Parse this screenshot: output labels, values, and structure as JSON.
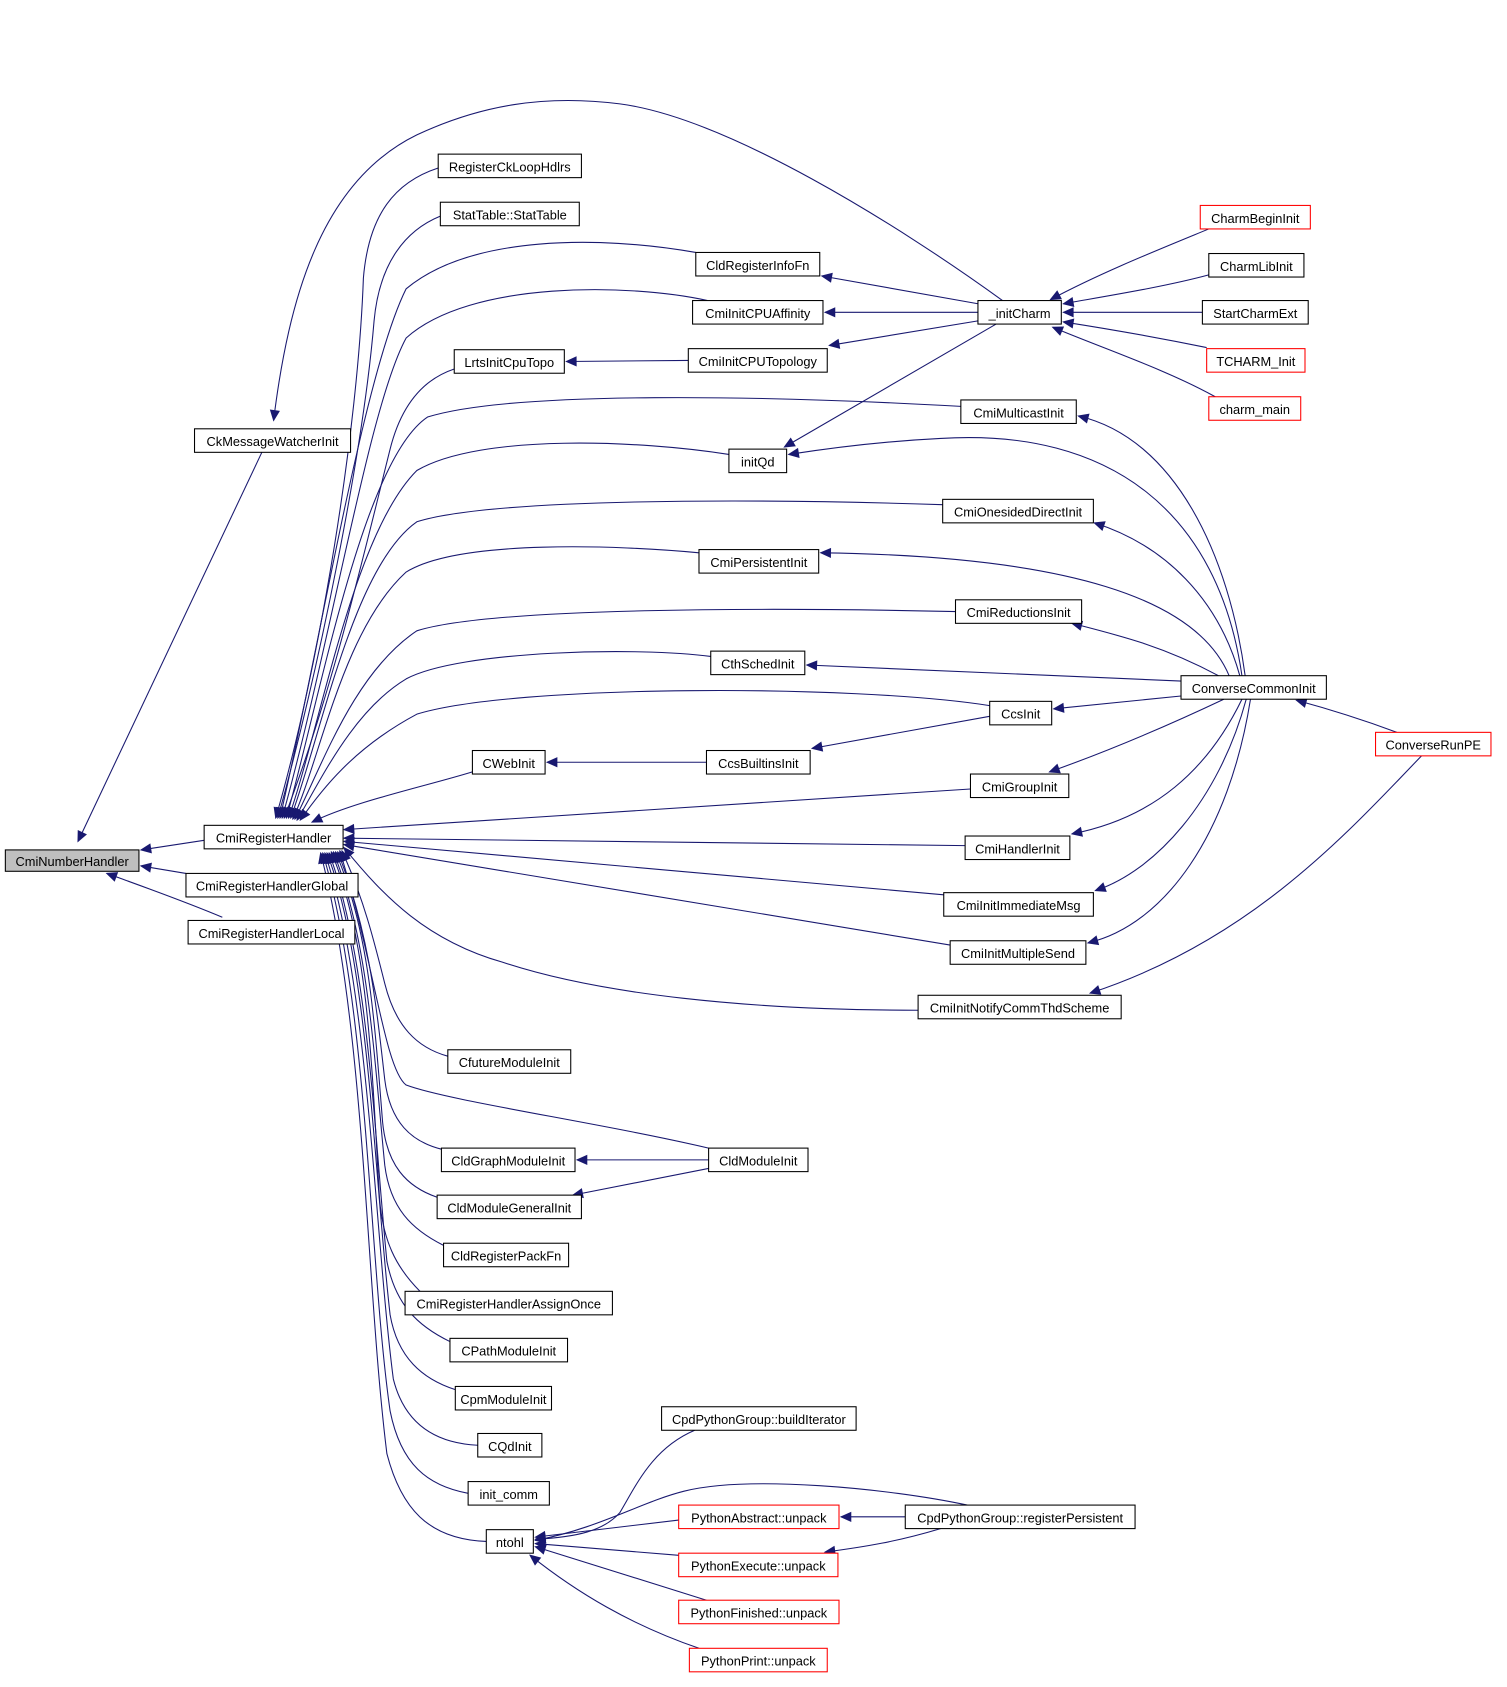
{
  "diagram": {
    "type": "call-graph",
    "direction": "right-to-left (callers point to callees)",
    "colors": {
      "edge": "#191970",
      "node_border": "#000000",
      "truncated_node_border": "#ff0000",
      "focus_fill": "#bfbfbf",
      "background": "#ffffff"
    },
    "focus_node": "CmiNumberHandler",
    "nodes": [
      {
        "id": "CmiNumberHandler",
        "label": "CmiNumberHandler",
        "style": "focus"
      },
      {
        "id": "CkMessageWatcherInit",
        "label": "CkMessageWatcherInit",
        "style": "normal"
      },
      {
        "id": "CmiRegisterHandler",
        "label": "CmiRegisterHandler",
        "style": "normal"
      },
      {
        "id": "CmiRegisterHandlerGlobal",
        "label": "CmiRegisterHandlerGlobal",
        "style": "normal"
      },
      {
        "id": "CmiRegisterHandlerLocal",
        "label": "CmiRegisterHandlerLocal",
        "style": "normal"
      },
      {
        "id": "RegisterCkLoopHdlrs",
        "label": "RegisterCkLoopHdlrs",
        "style": "normal"
      },
      {
        "id": "StatTable",
        "label": "StatTable::StatTable",
        "style": "normal"
      },
      {
        "id": "CldRegisterInfoFn",
        "label": "CldRegisterInfoFn",
        "style": "normal"
      },
      {
        "id": "CmiInitCPUAffinity",
        "label": "CmiInitCPUAffinity",
        "style": "normal"
      },
      {
        "id": "LrtsInitCpuTopo",
        "label": "LrtsInitCpuTopo",
        "style": "normal"
      },
      {
        "id": "CmiInitCPUTopology",
        "label": "CmiInitCPUTopology",
        "style": "normal"
      },
      {
        "id": "initCharm",
        "label": "_initCharm",
        "style": "normal"
      },
      {
        "id": "CharmBeginInit",
        "label": "CharmBeginInit",
        "style": "truncated"
      },
      {
        "id": "CharmLibInit",
        "label": "CharmLibInit",
        "style": "normal"
      },
      {
        "id": "StartCharmExt",
        "label": "StartCharmExt",
        "style": "normal"
      },
      {
        "id": "TCHARM_Init",
        "label": "TCHARM_Init",
        "style": "truncated"
      },
      {
        "id": "charm_main",
        "label": "charm_main",
        "style": "truncated"
      },
      {
        "id": "CmiMulticastInit",
        "label": "CmiMulticastInit",
        "style": "normal"
      },
      {
        "id": "initQd",
        "label": "initQd",
        "style": "normal"
      },
      {
        "id": "CmiOnesidedDirectInit",
        "label": "CmiOnesidedDirectInit",
        "style": "normal"
      },
      {
        "id": "CmiPersistentInit",
        "label": "CmiPersistentInit",
        "style": "normal"
      },
      {
        "id": "CmiReductionsInit",
        "label": "CmiReductionsInit",
        "style": "normal"
      },
      {
        "id": "CthSchedInit",
        "label": "CthSchedInit",
        "style": "normal"
      },
      {
        "id": "ConverseCommonInit",
        "label": "ConverseCommonInit",
        "style": "normal"
      },
      {
        "id": "CcsInit",
        "label": "CcsInit",
        "style": "normal"
      },
      {
        "id": "ConverseRunPE",
        "label": "ConverseRunPE",
        "style": "truncated"
      },
      {
        "id": "CWebInit",
        "label": "CWebInit",
        "style": "normal"
      },
      {
        "id": "CcsBuiltinsInit",
        "label": "CcsBuiltinsInit",
        "style": "normal"
      },
      {
        "id": "CmiGroupInit",
        "label": "CmiGroupInit",
        "style": "normal"
      },
      {
        "id": "CmiHandlerInit",
        "label": "CmiHandlerInit",
        "style": "normal"
      },
      {
        "id": "CmiInitImmediateMsg",
        "label": "CmiInitImmediateMsg",
        "style": "normal"
      },
      {
        "id": "CmiInitMultipleSend",
        "label": "CmiInitMultipleSend",
        "style": "normal"
      },
      {
        "id": "CmiInitNotifyCommThdScheme",
        "label": "CmiInitNotifyCommThdScheme",
        "style": "normal"
      },
      {
        "id": "CfutureModuleInit",
        "label": "CfutureModuleInit",
        "style": "normal"
      },
      {
        "id": "CldGraphModuleInit",
        "label": "CldGraphModuleInit",
        "style": "normal"
      },
      {
        "id": "CldModuleInit",
        "label": "CldModuleInit",
        "style": "normal"
      },
      {
        "id": "CldModuleGeneralInit",
        "label": "CldModuleGeneralInit",
        "style": "normal"
      },
      {
        "id": "CldRegisterPackFn",
        "label": "CldRegisterPackFn",
        "style": "normal"
      },
      {
        "id": "CmiRegisterHandlerAssignOnce",
        "label": "CmiRegisterHandlerAssignOnce",
        "style": "normal"
      },
      {
        "id": "CPathModuleInit",
        "label": "CPathModuleInit",
        "style": "normal"
      },
      {
        "id": "CpmModuleInit",
        "label": "CpmModuleInit",
        "style": "normal"
      },
      {
        "id": "CQdInit",
        "label": "CQdInit",
        "style": "normal"
      },
      {
        "id": "init_comm",
        "label": "init_comm",
        "style": "normal"
      },
      {
        "id": "ntohl",
        "label": "ntohl",
        "style": "normal"
      },
      {
        "id": "CpdPythonGroup_buildIterator",
        "label": "CpdPythonGroup::buildIterator",
        "style": "normal"
      },
      {
        "id": "PythonAbstract_unpack",
        "label": "PythonAbstract::unpack",
        "style": "truncated"
      },
      {
        "id": "CpdPythonGroup_registerPersistent",
        "label": "CpdPythonGroup::registerPersistent",
        "style": "normal"
      },
      {
        "id": "PythonExecute_unpack",
        "label": "PythonExecute::unpack",
        "style": "truncated"
      },
      {
        "id": "PythonFinished_unpack",
        "label": "PythonFinished::unpack",
        "style": "truncated"
      },
      {
        "id": "PythonPrint_unpack",
        "label": "PythonPrint::unpack",
        "style": "truncated"
      }
    ],
    "edges": [
      {
        "from": "CkMessageWatcherInit",
        "to": "CmiNumberHandler"
      },
      {
        "from": "CmiRegisterHandler",
        "to": "CmiNumberHandler"
      },
      {
        "from": "CmiRegisterHandlerGlobal",
        "to": "CmiNumberHandler"
      },
      {
        "from": "CmiRegisterHandlerLocal",
        "to": "CmiNumberHandler"
      },
      {
        "from": "initCharm",
        "to": "CkMessageWatcherInit"
      },
      {
        "from": "RegisterCkLoopHdlrs",
        "to": "CmiRegisterHandler"
      },
      {
        "from": "StatTable",
        "to": "CmiRegisterHandler"
      },
      {
        "from": "CldRegisterInfoFn",
        "to": "CmiRegisterHandler"
      },
      {
        "from": "CmiInitCPUAffinity",
        "to": "CmiRegisterHandler"
      },
      {
        "from": "LrtsInitCpuTopo",
        "to": "CmiRegisterHandler"
      },
      {
        "from": "CmiMulticastInit",
        "to": "CmiRegisterHandler"
      },
      {
        "from": "initQd",
        "to": "CmiRegisterHandler"
      },
      {
        "from": "CmiOnesidedDirectInit",
        "to": "CmiRegisterHandler"
      },
      {
        "from": "CmiPersistentInit",
        "to": "CmiRegisterHandler"
      },
      {
        "from": "CmiReductionsInit",
        "to": "CmiRegisterHandler"
      },
      {
        "from": "CthSchedInit",
        "to": "CmiRegisterHandler"
      },
      {
        "from": "CcsInit",
        "to": "CmiRegisterHandler"
      },
      {
        "from": "CWebInit",
        "to": "CmiRegisterHandler"
      },
      {
        "from": "CmiGroupInit",
        "to": "CmiRegisterHandler"
      },
      {
        "from": "CmiHandlerInit",
        "to": "CmiRegisterHandler"
      },
      {
        "from": "CmiInitImmediateMsg",
        "to": "CmiRegisterHandler"
      },
      {
        "from": "CmiInitMultipleSend",
        "to": "CmiRegisterHandler"
      },
      {
        "from": "CmiInitNotifyCommThdScheme",
        "to": "CmiRegisterHandler"
      },
      {
        "from": "CfutureModuleInit",
        "to": "CmiRegisterHandler"
      },
      {
        "from": "CldModuleInit",
        "to": "CmiRegisterHandler"
      },
      {
        "from": "CldGraphModuleInit",
        "to": "CmiRegisterHandler"
      },
      {
        "from": "CldModuleGeneralInit",
        "to": "CmiRegisterHandler"
      },
      {
        "from": "CldRegisterPackFn",
        "to": "CmiRegisterHandler"
      },
      {
        "from": "CmiRegisterHandlerAssignOnce",
        "to": "CmiRegisterHandler"
      },
      {
        "from": "CPathModuleInit",
        "to": "CmiRegisterHandler"
      },
      {
        "from": "CpmModuleInit",
        "to": "CmiRegisterHandler"
      },
      {
        "from": "CQdInit",
        "to": "CmiRegisterHandler"
      },
      {
        "from": "init_comm",
        "to": "CmiRegisterHandler"
      },
      {
        "from": "ntohl",
        "to": "CmiRegisterHandler"
      },
      {
        "from": "initCharm",
        "to": "CldRegisterInfoFn"
      },
      {
        "from": "initCharm",
        "to": "CmiInitCPUAffinity"
      },
      {
        "from": "initCharm",
        "to": "CmiInitCPUTopology"
      },
      {
        "from": "CmiInitCPUTopology",
        "to": "LrtsInitCpuTopo"
      },
      {
        "from": "initCharm",
        "to": "initQd"
      },
      {
        "from": "CharmBeginInit",
        "to": "initCharm"
      },
      {
        "from": "CharmLibInit",
        "to": "initCharm"
      },
      {
        "from": "StartCharmExt",
        "to": "initCharm"
      },
      {
        "from": "TCHARM_Init",
        "to": "initCharm"
      },
      {
        "from": "charm_main",
        "to": "initCharm"
      },
      {
        "from": "ConverseCommonInit",
        "to": "CmiMulticastInit"
      },
      {
        "from": "ConverseCommonInit",
        "to": "initQd"
      },
      {
        "from": "ConverseCommonInit",
        "to": "CmiOnesidedDirectInit"
      },
      {
        "from": "ConverseCommonInit",
        "to": "CmiPersistentInit"
      },
      {
        "from": "ConverseCommonInit",
        "to": "CmiReductionsInit"
      },
      {
        "from": "ConverseCommonInit",
        "to": "CthSchedInit"
      },
      {
        "from": "ConverseCommonInit",
        "to": "CcsInit"
      },
      {
        "from": "ConverseCommonInit",
        "to": "CmiGroupInit"
      },
      {
        "from": "ConverseCommonInit",
        "to": "CmiHandlerInit"
      },
      {
        "from": "ConverseCommonInit",
        "to": "CmiInitImmediateMsg"
      },
      {
        "from": "ConverseCommonInit",
        "to": "CmiInitMultipleSend"
      },
      {
        "from": "ConverseRunPE",
        "to": "ConverseCommonInit"
      },
      {
        "from": "ConverseRunPE",
        "to": "CmiInitNotifyCommThdScheme"
      },
      {
        "from": "CcsInit",
        "to": "CcsBuiltinsInit"
      },
      {
        "from": "CcsBuiltinsInit",
        "to": "CWebInit"
      },
      {
        "from": "CldModuleInit",
        "to": "CldGraphModuleInit"
      },
      {
        "from": "CldModuleInit",
        "to": "CldModuleGeneralInit"
      },
      {
        "from": "CpdPythonGroup_buildIterator",
        "to": "ntohl"
      },
      {
        "from": "PythonAbstract_unpack",
        "to": "ntohl"
      },
      {
        "from": "CpdPythonGroup_registerPersistent",
        "to": "ntohl"
      },
      {
        "from": "PythonExecute_unpack",
        "to": "ntohl"
      },
      {
        "from": "PythonFinished_unpack",
        "to": "ntohl"
      },
      {
        "from": "PythonPrint_unpack",
        "to": "ntohl"
      },
      {
        "from": "CpdPythonGroup_registerPersistent",
        "to": "PythonAbstract_unpack"
      },
      {
        "from": "CpdPythonGroup_registerPersistent",
        "to": "PythonExecute_unpack"
      }
    ]
  }
}
